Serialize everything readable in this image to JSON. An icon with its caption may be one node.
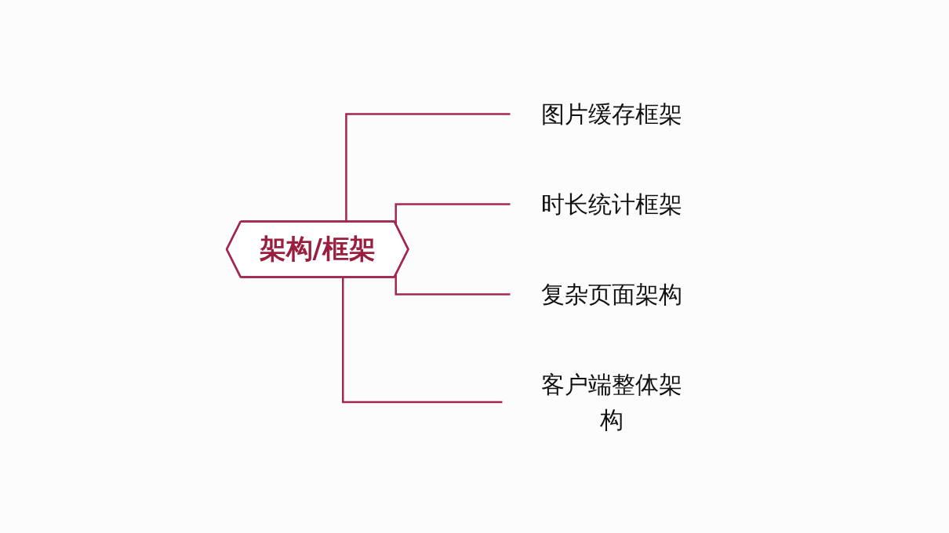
{
  "diagram": {
    "nodes": [
      {
        "text": [
          "架构/框架"
        ]
      },
      {
        "text": [
          "图片缓存框架"
        ]
      },
      {
        "text": [
          "时长统计框架"
        ]
      },
      {
        "text": [
          "复杂页面架构"
        ]
      },
      {
        "text": [
          "客户端整体架构"
        ]
      }
    ],
    "edges": [
      {
        "from": 0,
        "to": 1,
        "arrow": "none"
      },
      {
        "from": 0,
        "to": 2,
        "arrow": "none"
      },
      {
        "from": 0,
        "to": 3,
        "arrow": "none"
      },
      {
        "from": 0,
        "to": 4,
        "arrow": "none"
      }
    ]
  }
}
